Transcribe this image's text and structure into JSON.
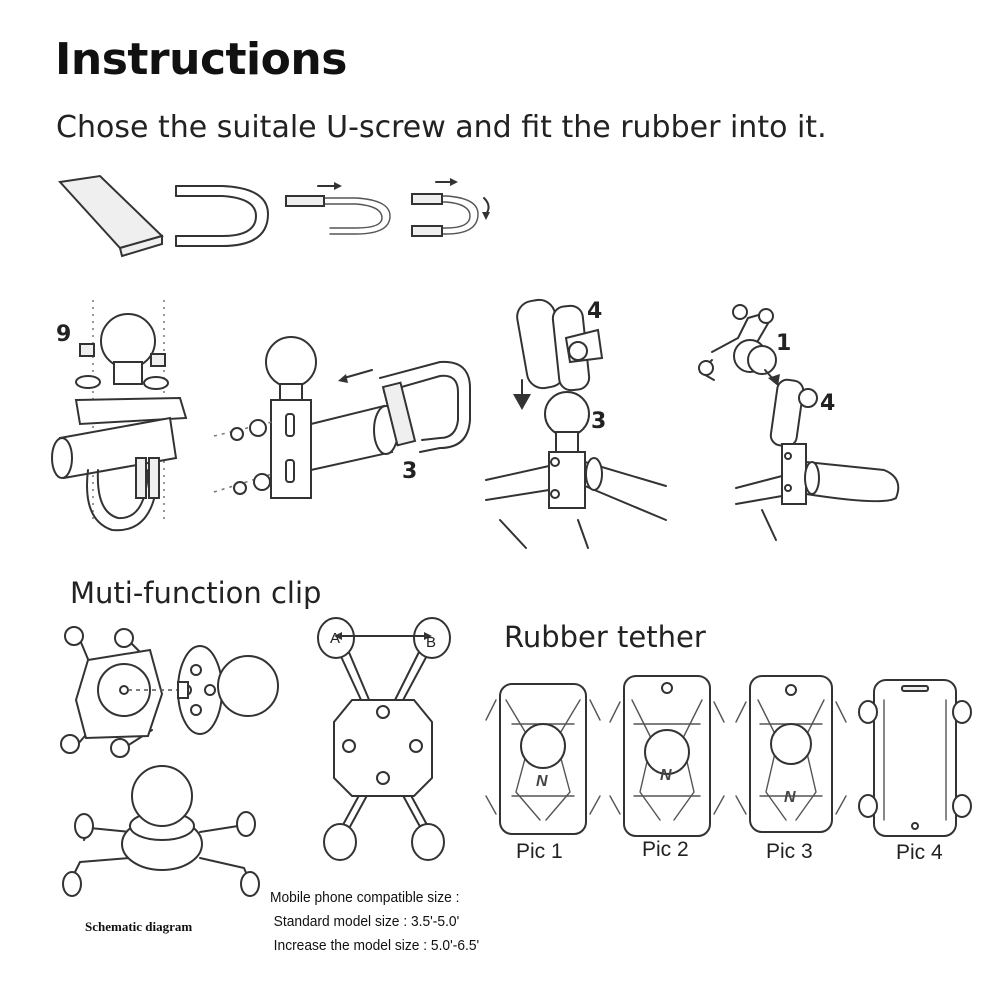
{
  "header": {
    "title": "Instructions",
    "subtitle": "Chose the suitale U-screw and fit the rubber into it."
  },
  "steps": {
    "step_9": "9",
    "step_3a": "3",
    "step_4a": "4",
    "step_3b": "3",
    "step_1": "1",
    "step_4b": "4"
  },
  "clip": {
    "title": "Muti-function clip",
    "label_a": "A",
    "label_b": "B",
    "schematic": "Schematic diagram",
    "compat_title": "Mobile phone compatible size :",
    "compat_standard": "Standard model size : 3.5'-5.0'",
    "compat_increase": "Increase the model size : 5.0'-6.5'"
  },
  "tether": {
    "title": "Rubber tether",
    "pics": [
      "Pic 1",
      "Pic 2",
      "Pic 3",
      "Pic 4"
    ]
  }
}
